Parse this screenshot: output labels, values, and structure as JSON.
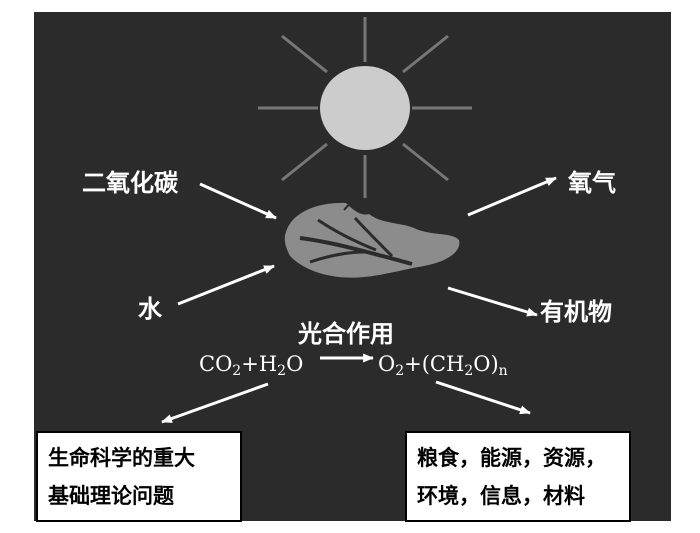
{
  "colors": {
    "background": "#ffffff",
    "panel": "#2b2b2b",
    "sun": "#cccccc",
    "leaf": "#8c8c8c",
    "arrow": "#ffffff",
    "text": "#ffffff"
  },
  "icons": {
    "sun": "sun-icon",
    "leaf": "leaf-icon"
  },
  "inputs": {
    "co2": "二氧化碳",
    "water": "水"
  },
  "outputs": {
    "oxygen": "氧气",
    "organic": "有机物"
  },
  "process": {
    "title": "光合作用",
    "equation": {
      "lhs": [
        {
          "t": "CO",
          "s": "2"
        },
        {
          "t": "+H",
          "s": "2"
        },
        {
          "t": "O",
          "s": ""
        }
      ],
      "rhs": [
        {
          "t": "O",
          "s": "2"
        },
        {
          "t": "+(CH",
          "s": "2"
        },
        {
          "t": "O)",
          "s": "n"
        }
      ]
    }
  },
  "boxes": {
    "left": {
      "line1": "生命科学的重大",
      "line2": "基础理论问题"
    },
    "right": {
      "line1": "粮食，能源，资源，",
      "line2": "环境，信息，材料"
    }
  }
}
